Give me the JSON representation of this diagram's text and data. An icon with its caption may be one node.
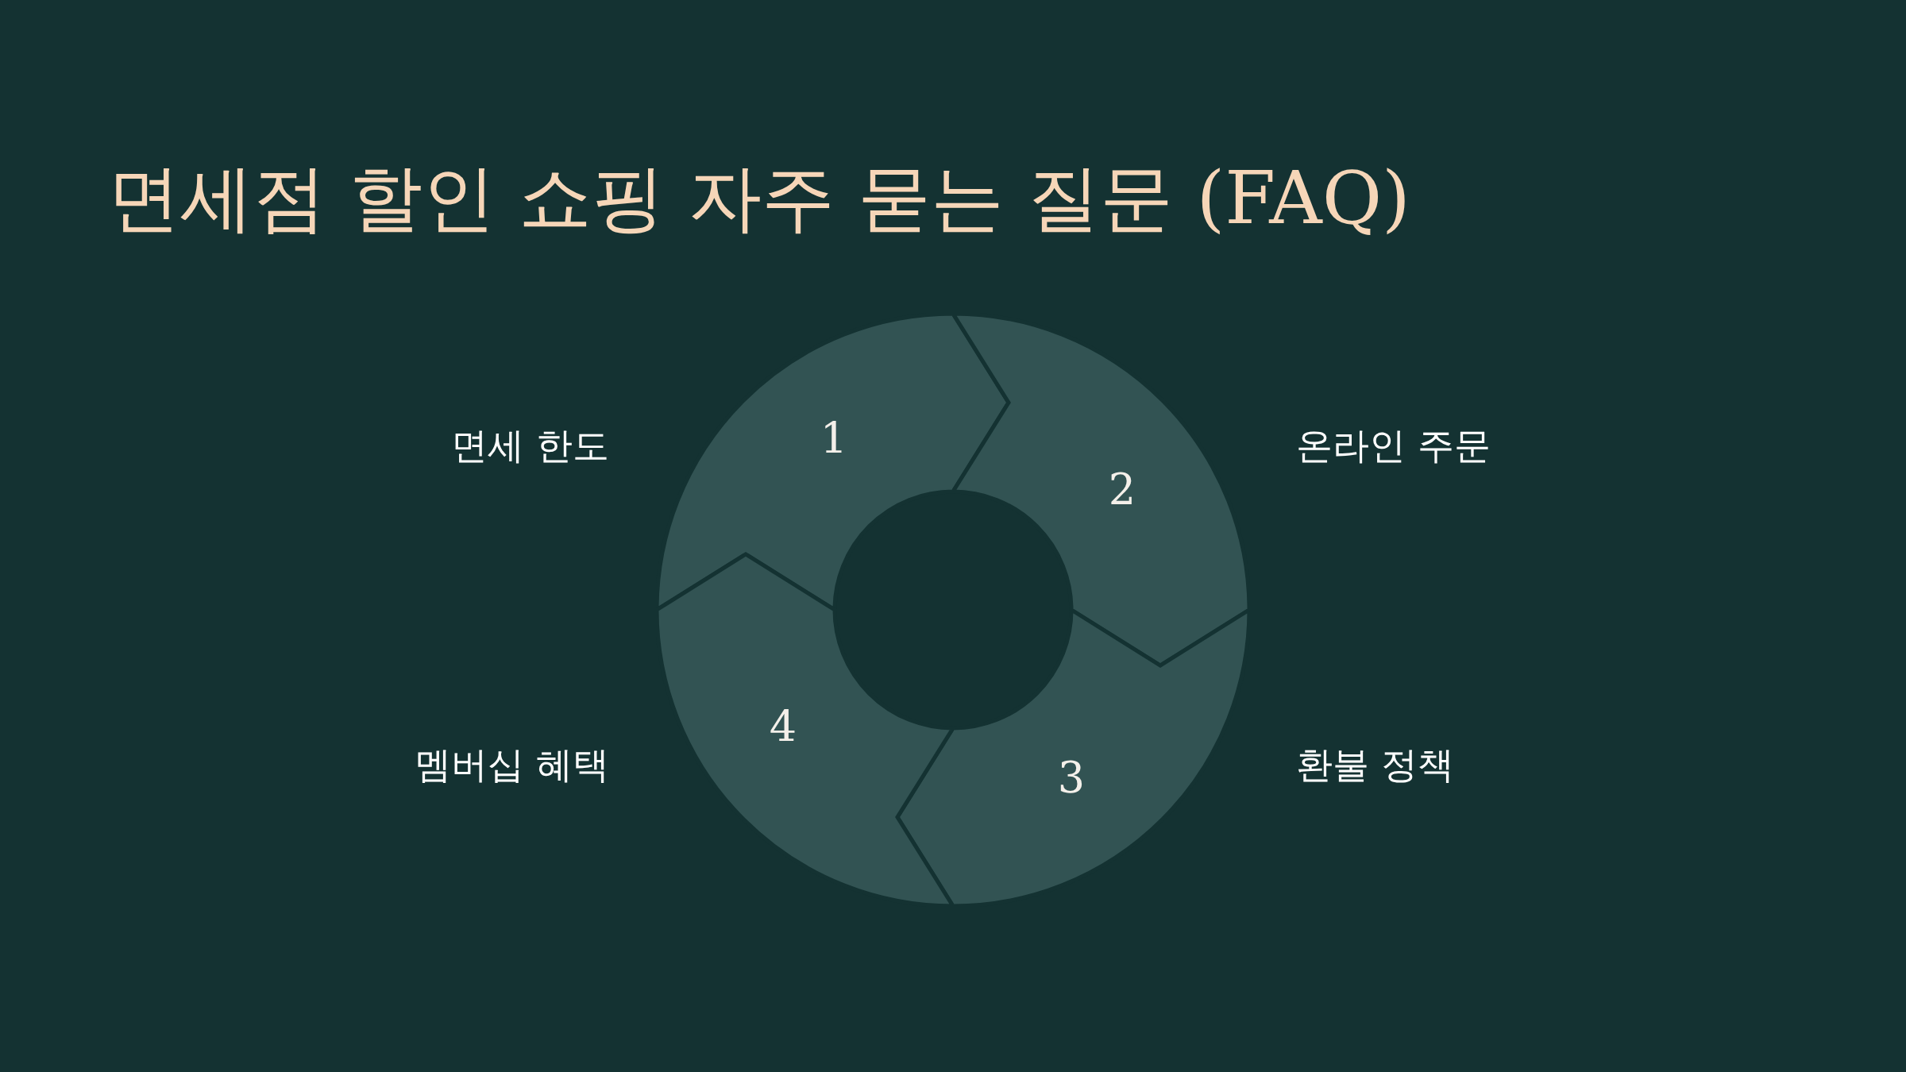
{
  "diagram": {
    "title": "면세점 할인 쇼핑 자주 묻는 질문 (FAQ)",
    "nodes": [
      {
        "text": [
          "1"
        ],
        "beside": [
          "면세 한도"
        ]
      },
      {
        "text": [
          "2"
        ],
        "beside": [
          "온라인 주문"
        ]
      },
      {
        "text": [
          "3"
        ],
        "beside": [
          "환불 정책"
        ]
      },
      {
        "text": [
          "4"
        ],
        "beside": [
          "멤버십 혜택"
        ]
      }
    ]
  }
}
